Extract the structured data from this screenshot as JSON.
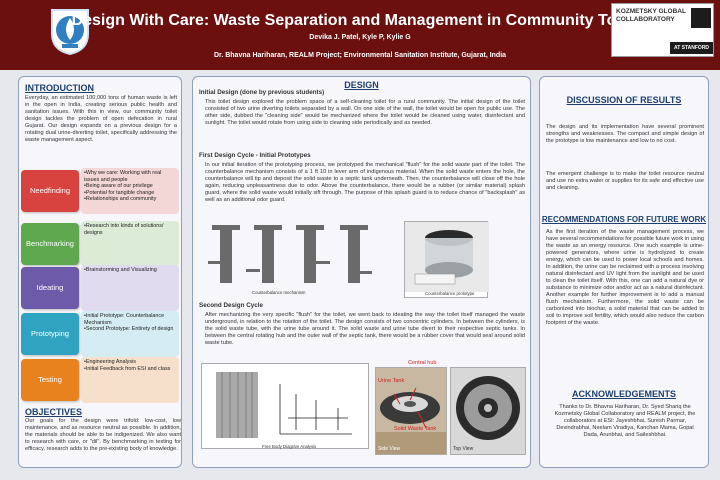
{
  "header": {
    "title": "Design With Care: Waste Separation and Management in Community Toilets",
    "authors": "Devika J. Patel, Kyle P, Kylie G",
    "affiliation": "Dr. Bhavna Hariharan, REALM Project; Environmental Sanitation Institute, Gujarat, India",
    "logo_right_text": "KOZMETSKY GLOBAL COLLABORATORY",
    "logo_right_sub": "AT STANFORD",
    "colors": {
      "banner": "#6b0f0f",
      "heading": "#1d3f6e"
    }
  },
  "left": {
    "intro_heading": "INTRODUCTION",
    "intro_text": "Everyday, an estimated 100,000 tons of human waste is left in the open in India, creating serious public health and sanitation issues. With this in view, our community toilet design tackles the problem of open defecation in rural Gujarat. Our design expands on a previous design for a rotating dual urine-diverting toilet, specifically addressing the waste management aspect.",
    "steps": [
      {
        "label": "Needfinding",
        "color": "#d9433f",
        "items": [
          "Why we care: Working with real issues and people",
          "Being aware of our privilege",
          "Potential for tangible change",
          "Relationships and community"
        ]
      },
      {
        "label": "Benchmarking",
        "color": "#5fa84f",
        "items": [
          "Research into kinds of solutions/ designs"
        ]
      },
      {
        "label": "Ideating",
        "color": "#6d5aa8",
        "items": [
          "Brainstorming and Visualizing"
        ]
      },
      {
        "label": "Prototyping",
        "color": "#2fa3bf",
        "items": [
          "Initial Prototype: Counterbalance Mechanism",
          "Second Prototype: Entirety of design"
        ]
      },
      {
        "label": "Testing",
        "color": "#e8821f",
        "items": [
          "Engineering Analysis",
          "Initial Feedback from ESI and class"
        ]
      }
    ],
    "objectives_heading": "OBJECTIVES",
    "objectives_text": "Our goals for the design were trifold: low-cost, low maintenance, and as resource neutral as possible. In addition, the materials should be able to be indigenized. We also want to research with care, or \"dil\". By benchmarking in testing for efficacy, research adds to the pre-existing body of knowledge."
  },
  "middle": {
    "heading": "DESIGN",
    "initial_heading": "Initial Design (done by previous students)",
    "initial_text": "This toilet design explored the problem space of a self-cleaning toilet for a rural community. The initial design of the toilet consisted of two urine diverting toilets separated by a wall. On one side of the wall, the toilet would be open for public use. The other side, dubbed the \"cleaning side\" would be mechanized where the toilet would be cleaned using water, disinfectant and sunlight. The toilet would rotate from using side to cleaning side periodically and as needed.",
    "first_heading": "First Design Cycle - Initial Prototypes",
    "first_text": "In our initial iteration of the prototyping process, we prototyped the mechanical \"flush\" for the solid waste part of the toilet. The counterbalance mechanism consists of a 1 ft 10 in lever arm of indigenous material. When the solid waste enters the hole, the counterbalance will tip and deposit the solid waste to a septic tank underneath. Then, the counterbalance will close off the hole again, reducing unpleasantness due to odor. Above the counterbalance, there would be a rubber (or similar material) splash guard, where the solid waste would initially sift through. The purpose of this splash guard is to reduce chance of \"backsplash\" as well as an additional odor guard.",
    "fig1_caption": "Counterbalance mechanism",
    "fig2_caption": "Counterbalance prototype",
    "second_heading": "Second Design Cycle",
    "second_text": "After mechanizing the very specific \"flush\" for the toilet, we went back to ideating the way the toilet itself managed the waste underground, in relation to the rotation of the toilet. The design consists of two concentric cylinders. In between the cylinders, is the solid waste tube, with the urine tube around it. The solid waste and urine tube divert to their respective septic tanks. In between the central rotating hub and the outer wall of the septic tank, there would be a rubber cover that would seal around solid waste tube.",
    "fig3_caption": "Free Body Diagram Analysis",
    "fig4_label_hub": "Central hub",
    "fig4_label_urine": "Urine Tank",
    "fig4_label_solid": "Solid Waste Tank",
    "fig4_caption": "Side View",
    "fig5_caption": "Top View"
  },
  "right": {
    "discussion_heading": "DISCUSSION OF RESULTS",
    "discussion_text1": "The design and its implementation have several prominent strengths and weaknesses. The compact and simple design of the prototype is low maintenance and low to no cost.",
    "discussion_text2": "The emergent challenge is to make the toilet resource neutral and use no extra water or supplies for its safe and effective use and cleaning.",
    "future_heading": "RECOMMENDATIONS FOR FUTURE WORK",
    "future_text": "As the first iteration of the waste management process, we have several recommendations for possible future work in using the waste as an energy resource. One such example is urine-powered generators, where urine is hydrolyzed to create energy, which can be used to power local schools and homes. In addition, the urine can be reclaimed with a process involving natural disinfectant and UV light from the sunlight and be used to clean the toilet itself. With this, one can add a natural dye or substance to minimize odor and/or act as a natural disinfectant. Another example for further improvement is to add a manual flush mechanism. Furthermore, the solid waste can be carbonized into biochar, a solid material that can be added to soil to improve soil fertility, which would also reduce the carbon footprint of the waste.",
    "ack_heading": "ACKNOWLEDGEMENTS",
    "ack_text": "Thanks to Dr. Bhavna Hariharan, Dr. Syed Shariq the Kozmetsky Global Collaboratory and REALM project, the collaborators at ESI: Jayeshbhai, Suresh Parmar, Devindrabhai, Neelam Viradiya, Kanchan Mama, Gopal Dada, Arunbhai, and Saileshbhai."
  }
}
